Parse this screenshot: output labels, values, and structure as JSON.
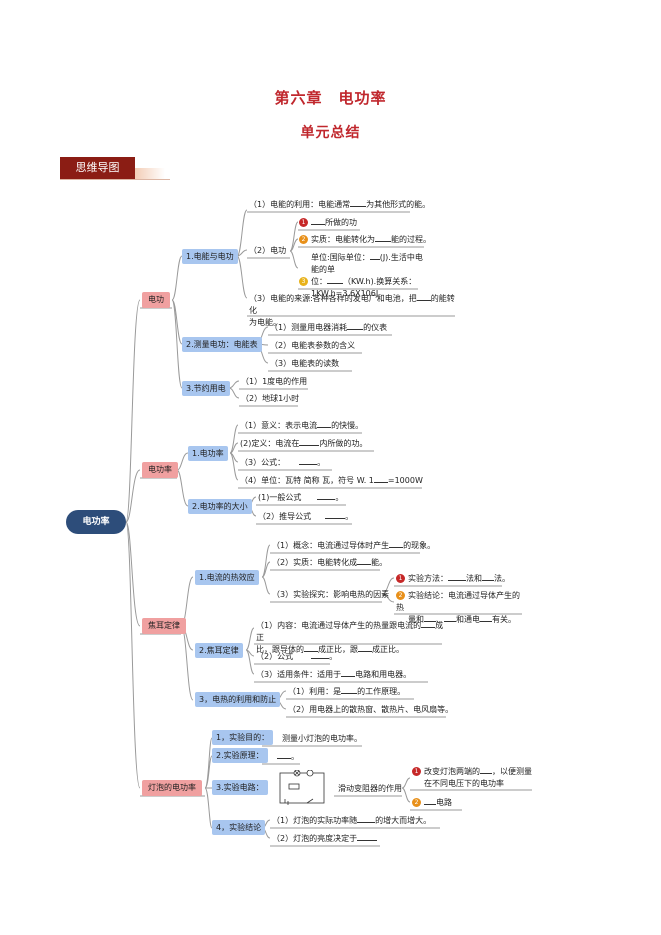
{
  "header": {
    "chapter_title": "第六章　电功率",
    "unit_title": "单元总结",
    "section_tag": "思维导图"
  },
  "map": {
    "root": "电功率",
    "dian_gong": {
      "label": "电功",
      "s1": {
        "label": "1.电能与电功",
        "use": {
          "pre": "（1）电能的利用：电能通常",
          "post": "为其他形式的能。"
        },
        "work": {
          "label": "（2）电功",
          "i1": "所做的功",
          "i2": {
            "pre": "实质：电能转化为",
            "post": "能的过程。"
          },
          "i3": {
            "l1": "单位:国际单位：",
            "l2a": "(J).生活中电能的单",
            "l3": "位：",
            "l4": "（KW.h).换算关系：",
            "l5": "1KW.h=3.6X106J"
          }
        },
        "source": {
          "l1": "（3）电能的来源:各种各样的发电厂和电池，把",
          "l2": "的能转化",
          "l3": "为电能。"
        }
      },
      "s2": {
        "label": "2.测量电功：电能表",
        "i1": {
          "pre": "（1）测量用电器消耗",
          "post": "的仪表"
        },
        "i2": "（2）电能表参数的含义",
        "i3": "（3）电能表的读数"
      },
      "s3": {
        "label": "3.节约用电",
        "i1": "（1）1度电的作用",
        "i2": "（2）地球1小时"
      }
    },
    "dian_gong_lv": {
      "label": "电功率",
      "s1": {
        "label": "1.电功率",
        "i1": {
          "pre": "（1）意义：表示电流",
          "post": "的快慢。"
        },
        "i2": {
          "pre": "(2)定义：电流在",
          "post": "内所做的功。"
        },
        "i3": {
          "pre": "（3）公式：",
          "post": "。"
        },
        "i4": {
          "pre": "（4）单位：瓦特 简称 瓦，符号 W.   1",
          "post": "=1000W"
        }
      },
      "s2": {
        "label": "2.电功率的大小",
        "i1": {
          "pre": "(1)一般公式",
          "post": "。"
        },
        "i2": {
          "pre": "（2）推导公式",
          "post": "。"
        }
      }
    },
    "jiao_er": {
      "label": "焦耳定律",
      "s1": {
        "label": "1.电流的热效应",
        "i1": {
          "pre": "（1）概念：电流通过导体时产生",
          "post": "的现象。"
        },
        "i2": {
          "pre": "（2）实质：电能转化成",
          "post": "能。"
        },
        "i3": {
          "label": "（3）实验探究：影响电热的因素",
          "m": {
            "pre": "实验方法：",
            "mid": "法和",
            "post": "法。"
          },
          "c": {
            "l1": "实验结论：电流通过导体产生的热",
            "l2a": "量和",
            "l2b": "、",
            "l2c": "和通电",
            "l2d": "有关。"
          }
        }
      },
      "s2": {
        "label": "2.焦耳定律",
        "i1": {
          "l1a": "（1）内容：电流通过导体产生的热量跟电流的",
          "l1b": "成正",
          "l2a": "比，跟导体的",
          "l2b": "成正比，跟",
          "l2c": "成正比。"
        },
        "i2": {
          "pre": "（2）公式",
          "post": "。"
        },
        "i3": {
          "pre": "（3）适用条件：适用于",
          "post": "电路和用电器。"
        }
      },
      "s3": {
        "label": "3，电热的利用和防止",
        "i1": {
          "pre": "（1）利用：是",
          "post": "的工作原理。"
        },
        "i2": "（2）用电器上的散热窗、散热片、电风扇等。"
      }
    },
    "deng_pao": {
      "label": "灯泡的电功率",
      "s1": {
        "label": "1，实验目的：",
        "text": "测量小灯泡的电功率。"
      },
      "s2": {
        "label": "2.实验原理：",
        "post": "。"
      },
      "s3": {
        "label": "3.实验电路：",
        "rheostat": "滑动变阻器的作用",
        "r1": {
          "l1a": "改变灯泡两端的",
          "l1b": "，以便测量",
          "l2": "在不同电压下的电功率"
        },
        "r2": "电路"
      },
      "s4": {
        "label": "4，实验结论",
        "i1": {
          "pre": "（1）灯泡的实际功率随",
          "post": "的增大而增大。"
        },
        "i2": {
          "pre": "（2）灯泡的亮度决定于"
        }
      }
    },
    "badge_1": "1",
    "badge_2": "2"
  },
  "colors": {
    "title": "#c0272d",
    "tag": "#8b1d14",
    "root": "#2d4d7a",
    "level1": "#f0a0a0",
    "level2": "#a8c6ef",
    "line": "#9a9a9a"
  }
}
